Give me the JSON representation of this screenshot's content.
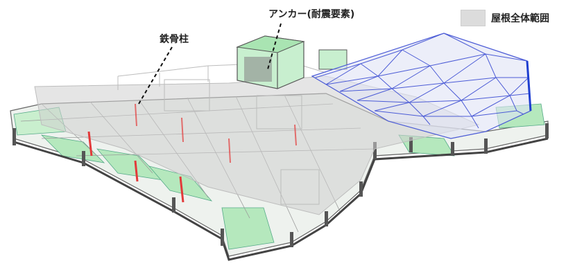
{
  "labels": {
    "anchor": "アンカー(耐震要素)",
    "steel_column": "鉄骨柱"
  },
  "legend": {
    "roof_extent": "屋根全体範囲",
    "swatch_color": "#dcdcdc"
  },
  "colors": {
    "roof_overlay": "#cfcfcf",
    "steel_column": "#e23a3a",
    "anchor_box": "#7fd08f",
    "lattice_roof": "#4b5bd6",
    "slab_green": "#9fe0a8",
    "frame": "#555555"
  }
}
